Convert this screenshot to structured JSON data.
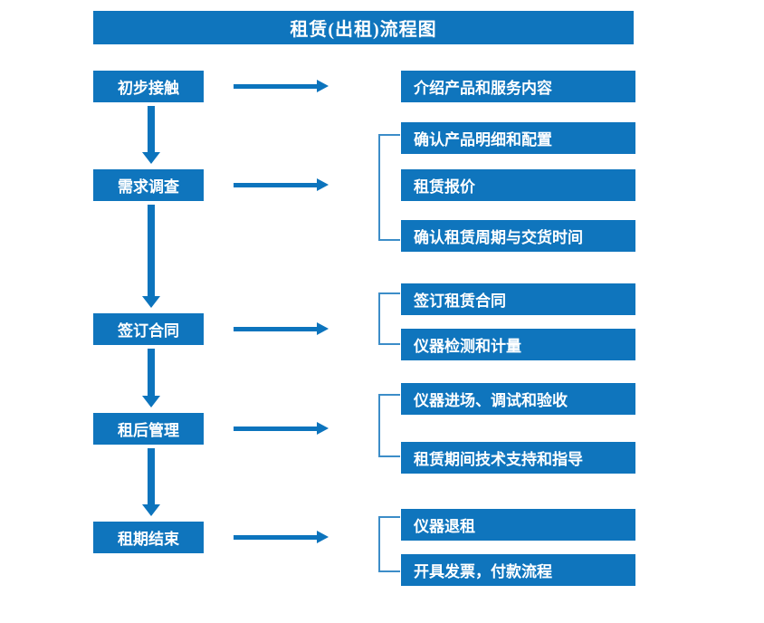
{
  "chart_data": {
    "type": "diagram",
    "title": "租赁(出租)流程图",
    "diagram_kind": "flowchart",
    "accent_color": "#0f75bd",
    "arrow_color": "#0c74bd",
    "bracket_color": "#3c8dc8",
    "background_color": "#ffffff",
    "stages": [
      {
        "stage": "初步接触",
        "details": [
          "介绍产品和服务内容"
        ],
        "bracketed": false
      },
      {
        "stage": "需求调查",
        "details": [
          "确认产品明细和配置",
          "租赁报价",
          "确认租赁周期与交货时间"
        ],
        "bracketed": true
      },
      {
        "stage": "签订合同",
        "details": [
          "签订租赁合同",
          "仪器检测和计量"
        ],
        "bracketed": true
      },
      {
        "stage": "租后管理",
        "details": [
          "仪器进场、调试和验收",
          "租赁期间技术支持和指导"
        ],
        "bracketed": true
      },
      {
        "stage": "租期结束",
        "details": [
          "仪器退租",
          "开具发票，付款流程"
        ],
        "bracketed": true
      }
    ]
  },
  "title": {
    "text": "租赁(出租)流程图"
  },
  "stages": [
    {
      "label": "初步接触"
    },
    {
      "label": "需求调查"
    },
    {
      "label": "签订合同"
    },
    {
      "label": "租后管理"
    },
    {
      "label": "租期结束"
    }
  ],
  "details": [
    {
      "label": "介绍产品和服务内容"
    },
    {
      "label": "确认产品明细和配置"
    },
    {
      "label": "租赁报价"
    },
    {
      "label": "确认租赁周期与交货时间"
    },
    {
      "label": "签订租赁合同"
    },
    {
      "label": "仪器检测和计量"
    },
    {
      "label": "仪器进场、调试和验收"
    },
    {
      "label": "租赁期间技术支持和指导"
    },
    {
      "label": "仪器退租"
    },
    {
      "label": "开具发票，付款流程"
    }
  ]
}
